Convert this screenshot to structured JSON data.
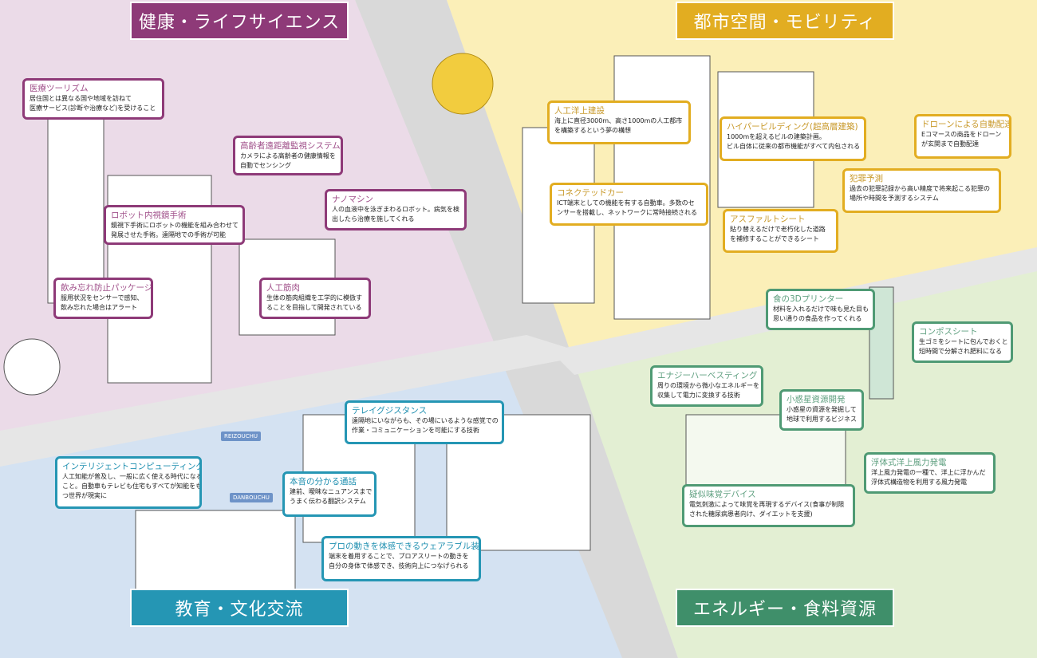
{
  "colors": {
    "health": "#8e3a78",
    "city": "#e2ad21",
    "education": "#2596b4",
    "energy": "#3f8f6a"
  },
  "headers": {
    "health": "健康・ライフサイエンス",
    "city": "都市空間・モビリティ",
    "education": "教育・文化交流",
    "energy": "エネルギー・食料資源"
  },
  "callouts": {
    "medical_tourism": {
      "title": "医療ツーリズム",
      "lines": [
        "居住国とは異なる国や地域を訪ねて",
        "医療サービス(診断や治療など)を受けること"
      ]
    },
    "elderly_monitor": {
      "title": "高齢者遠距離監視システム",
      "lines": [
        "カメラによる高齢者の健康情報を",
        "自動でセンシング"
      ]
    },
    "nanomachine": {
      "title": "ナノマシン",
      "lines": [
        "人の血液中を泳ぎまわるロボット。病気を検",
        "出したら治療を施してくれる"
      ]
    },
    "robot_endoscope": {
      "title": "ロボット内視鏡手術",
      "lines": [
        "鏡視下手術にロボットの機能を組み合わせて",
        "発展させた手術。遠隔地での手術が可能"
      ]
    },
    "pill_package": {
      "title": "飲み忘れ防止パッケージ",
      "lines": [
        "服用状況をセンサーで感知、",
        "飲み忘れた場合はアラート"
      ]
    },
    "artificial_muscle": {
      "title": "人工筋肉",
      "lines": [
        "生体の筋肉組織を工学的に模倣す",
        "ることを目指して開発されている"
      ]
    },
    "ocean_city": {
      "title": "人工洋上建設",
      "lines": [
        "海上に直径3000m、高さ1000mの人工都市",
        "を構築するという夢の構想"
      ]
    },
    "hyper_building": {
      "title": "ハイパービルディング(超高層建築)",
      "lines": [
        "1000mを超えるビルの建築計画。",
        "ビル自体に従来の都市機能がすべて内包される"
      ]
    },
    "drone_delivery": {
      "title": "ドローンによる自動配達",
      "lines": [
        "Eコマースの商品をドローン",
        "が玄関まで自動配達"
      ]
    },
    "crime_prediction": {
      "title": "犯罪予測",
      "lines": [
        "過去の犯罪記録から高い精度で将来起こる犯罪の",
        "場所や時間を予測するシステム"
      ]
    },
    "connected_car": {
      "title": "コネクテッドカー",
      "lines": [
        "ICT端末としての機能を有する自動車。多数のセ",
        "ンサーを搭載し、ネットワークに常時接続される"
      ]
    },
    "asphalt_sheet": {
      "title": "アスファルトシート",
      "lines": [
        "貼り替えるだけで老朽化した道路",
        "を補修することができるシート"
      ]
    },
    "food_3d_printer": {
      "title": "食の3Dプリンター",
      "lines": [
        "材料を入れるだけで味も見た目も",
        "思い通りの食品を作ってくれる"
      ]
    },
    "compost_sheet": {
      "title": "コンポスシート",
      "lines": [
        "生ゴミをシートに包んでおくと",
        "短時間で分解され肥料になる"
      ]
    },
    "energy_harvesting": {
      "title": "エナジーハーベスティング",
      "lines": [
        "周りの環境から微小なエネルギーを",
        "収集して電力に変換する技術"
      ]
    },
    "asteroid_mining": {
      "title": "小惑星資源開発",
      "lines": [
        "小惑星の資源を発掘して",
        "地球で利用するビジネス"
      ]
    },
    "floating_wind": {
      "title": "浮体式洋上風力発電",
      "lines": [
        "洋上風力発電の一種で、洋上に浮かんだ",
        "浮体式構造物を利用する風力発電"
      ]
    },
    "taste_device": {
      "title": "疑似味覚デバイス",
      "lines": [
        "電気刺激によって味覚を再現するデバイス(食事が制限",
        "された糖尿病患者向け、ダイエットを支援)"
      ]
    },
    "telexistence": {
      "title": "テレイグジスタンス",
      "lines": [
        "遠隔地にいながらも、その場にいるような感覚での",
        "作業・コミュニケーションを可能にする技術"
      ]
    },
    "intelligent_computing": {
      "title": "インテリジェントコンピューティング",
      "lines": [
        "人工知能が普及し、一般に広く使える時代になる",
        "こと。自動車もテレビも住宅もすべてが知能をも",
        "つ世界が現実に"
      ]
    },
    "true_call": {
      "title": "本音の分かる通話",
      "lines": [
        "建前、曖昧なニュアンスまで",
        "うまく伝わる翻訳システム"
      ]
    },
    "wearable": {
      "title": "プロの動きを体感できるウェアラブル装置",
      "lines": [
        "端末を着用することで、プロアスリートの動きを",
        "自分の身体で体感でき、技術向上につなげられる"
      ]
    }
  },
  "tags": {
    "fridge": "REIZOUCHU",
    "heater": "DANBOUCHU"
  }
}
